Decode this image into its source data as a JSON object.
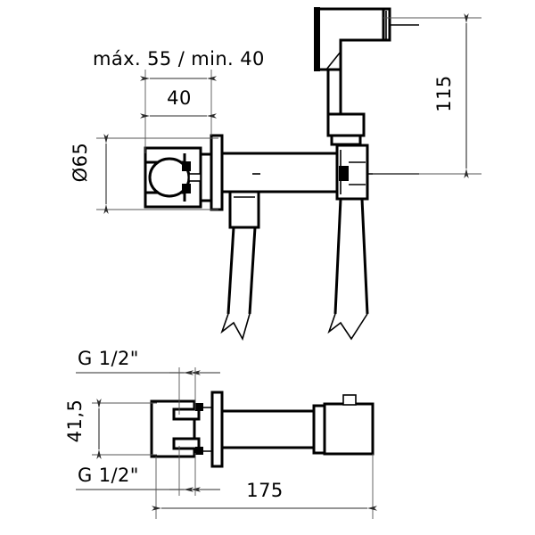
{
  "drawing": {
    "title": "Technical dimension drawing - concealed bidet shower valve",
    "units_note": "mm",
    "line_color": "#000000",
    "dim_color": "#2b2b2b",
    "background": "#ffffff"
  },
  "top_view": {
    "labels": {
      "depth_range": "máx. 55 / min. 40",
      "width_40": "40",
      "diameter_65": "Ø65",
      "height_115": "115"
    }
  },
  "bottom_view": {
    "labels": {
      "thread_top": "G 1/2\"",
      "thread_bottom": "G 1/2\"",
      "height_41_5": "41,5",
      "length_175": "175"
    }
  },
  "dimensions_list": [
    {
      "name": "depth-range",
      "value": "máx. 55 / min. 40"
    },
    {
      "name": "flange-width",
      "value": "40"
    },
    {
      "name": "rosette-diameter",
      "value": "Ø65"
    },
    {
      "name": "spray-height",
      "value": "115"
    },
    {
      "name": "body-height",
      "value": "41,5"
    },
    {
      "name": "overall-length",
      "value": "175"
    },
    {
      "name": "inlet-thread-upper",
      "value": "G 1/2\""
    },
    {
      "name": "inlet-thread-lower",
      "value": "G 1/2\""
    }
  ]
}
